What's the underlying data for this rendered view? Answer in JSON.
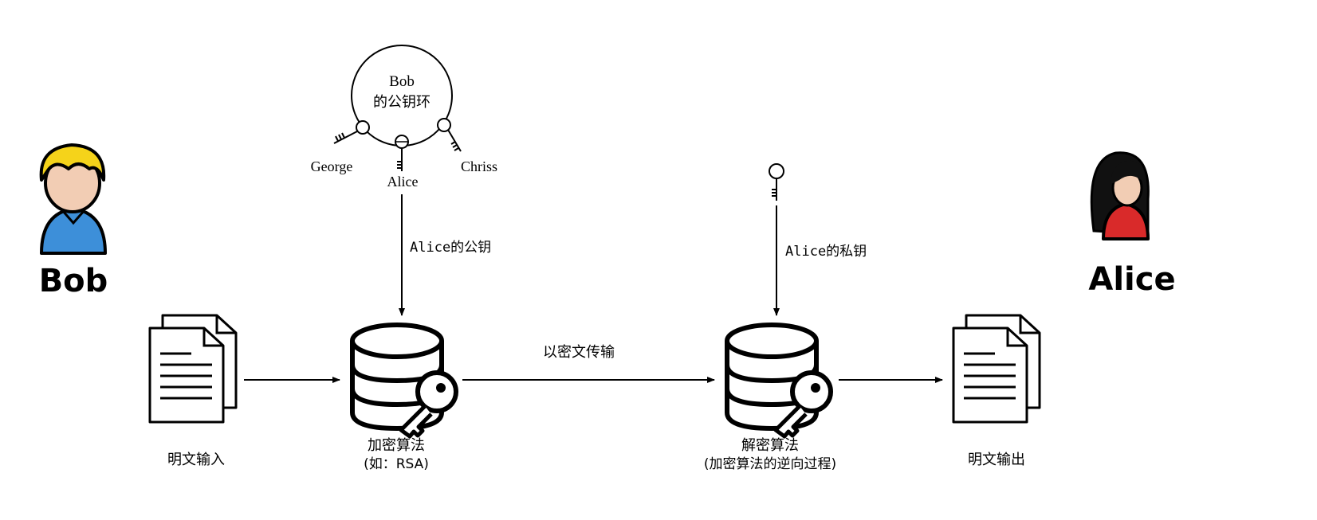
{
  "actors": {
    "sender": "Bob",
    "receiver": "Alice"
  },
  "keyring": {
    "title_line1": "Bob",
    "title_line2": "的公钥环",
    "keys": [
      "George",
      "Alice",
      "Chriss"
    ]
  },
  "edges": {
    "public_key": "Alice的公钥",
    "private_key": "Alice的私钥",
    "transmission": "以密文传输"
  },
  "nodes": {
    "plaintext_input": "明文输入",
    "encrypt_line1": "加密算法",
    "encrypt_line2": "(如：RSA)",
    "decrypt_line1": "解密算法",
    "decrypt_line2": "(加密算法的逆向过程)",
    "plaintext_output": "明文输出"
  },
  "colors": {
    "line": "#000000",
    "bob_hair": "#f5d31a",
    "bob_shirt": "#3d8fd9",
    "skin": "#f2cdb4",
    "alice_hair": "#111111",
    "alice_shirt": "#d92a2a"
  }
}
